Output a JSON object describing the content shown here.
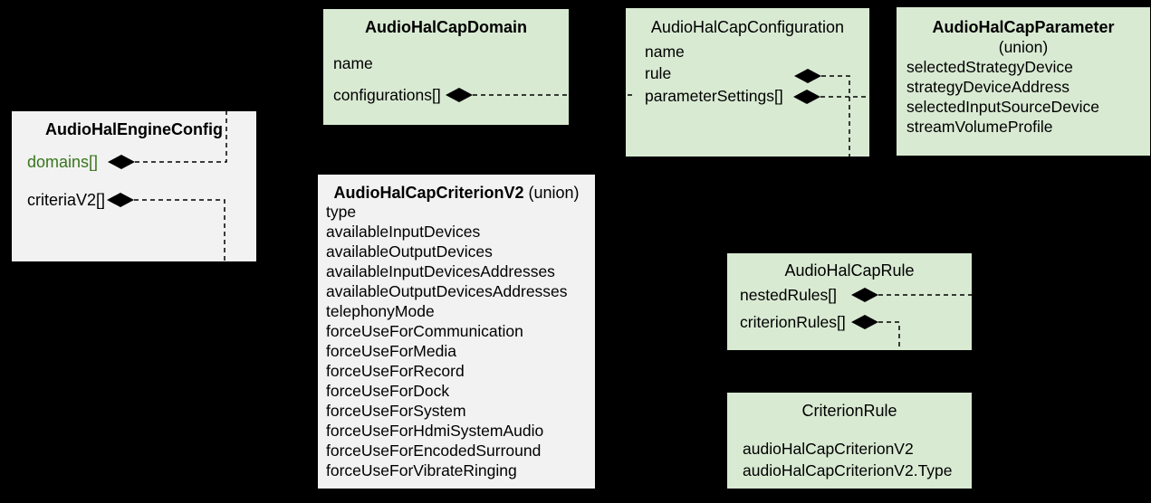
{
  "diagram": {
    "background_color": "#000000",
    "colors": {
      "green_box": "#d9ead3",
      "gray_box": "#f2f2f2",
      "text": "#000000",
      "domains_field_green": "#38761d",
      "connector": "#000000"
    },
    "boxes": {
      "engine_config": {
        "title": "AudioHalEngineConfig",
        "fields": [
          "domains[]",
          "criteriaV2[]"
        ]
      },
      "cap_domain": {
        "title": "AudioHalCapDomain",
        "fields": [
          "name",
          "configurations[]"
        ]
      },
      "cap_configuration": {
        "title": "AudioHalCapConfiguration",
        "fields": [
          "name",
          "rule",
          "parameterSettings[]"
        ]
      },
      "cap_parameter": {
        "title": "AudioHalCapParameter",
        "subtitle": "(union)",
        "fields": [
          "selectedStrategyDevice",
          "strategyDeviceAddress",
          "selectedInputSourceDevice",
          "streamVolumeProfile"
        ]
      },
      "criterion_v2": {
        "title": "AudioHalCapCriterionV2",
        "title_suffix": " (union)",
        "fields": [
          "type",
          "availableInputDevices",
          "availableOutputDevices",
          "availableInputDevicesAddresses",
          "availableOutputDevicesAddresses",
          "telephonyMode",
          "forceUseForCommunication",
          "forceUseForMedia",
          "forceUseForRecord",
          "forceUseForDock",
          "forceUseForSystem",
          "forceUseForHdmiSystemAudio",
          "forceUseForEncodedSurround",
          "forceUseForVibrateRinging"
        ]
      },
      "cap_rule": {
        "title": "AudioHalCapRule",
        "fields": [
          "nestedRules[]",
          "criterionRules[]"
        ]
      },
      "criterion_rule": {
        "title": "CriterionRule",
        "fields": [
          "audioHalCapCriterionV2",
          "audioHalCapCriterionV2.Type"
        ]
      }
    }
  }
}
